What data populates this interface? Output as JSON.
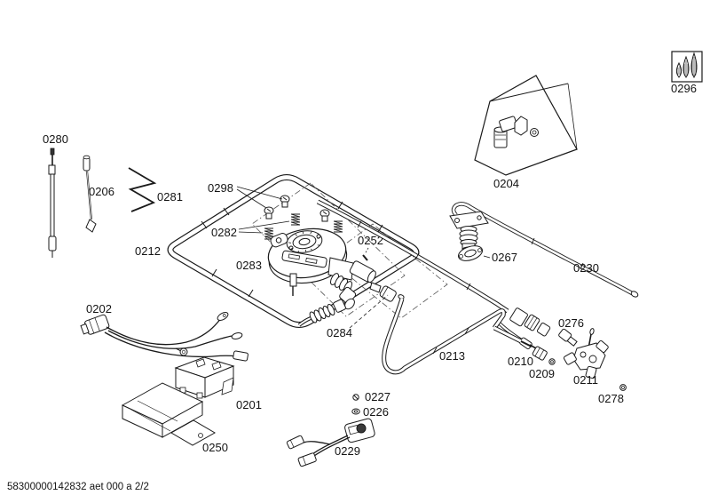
{
  "footer": {
    "doc_code": "58300000142832 aet 000 a 2/2"
  },
  "labels": {
    "p0280": "0280",
    "p0206": "0206",
    "p0281": "0281",
    "p0298": "0298",
    "p0282": "0282",
    "p0212": "0212",
    "p0283": "0283",
    "p0252": "0252",
    "p0284": "0284",
    "p0204": "0204",
    "p0267": "0267",
    "p0230": "0230",
    "p0202": "0202",
    "p0201": "0201",
    "p0250": "0250",
    "p0213": "0213",
    "p0210": "0210",
    "p0209": "0209",
    "p0276": "0276",
    "p0211": "0211",
    "p0278": "0278",
    "p0227": "0227",
    "p0226": "0226",
    "p0229": "0229",
    "p0296": "0296"
  },
  "colors": {
    "line": "#1a1a1a",
    "background": "#ffffff"
  }
}
